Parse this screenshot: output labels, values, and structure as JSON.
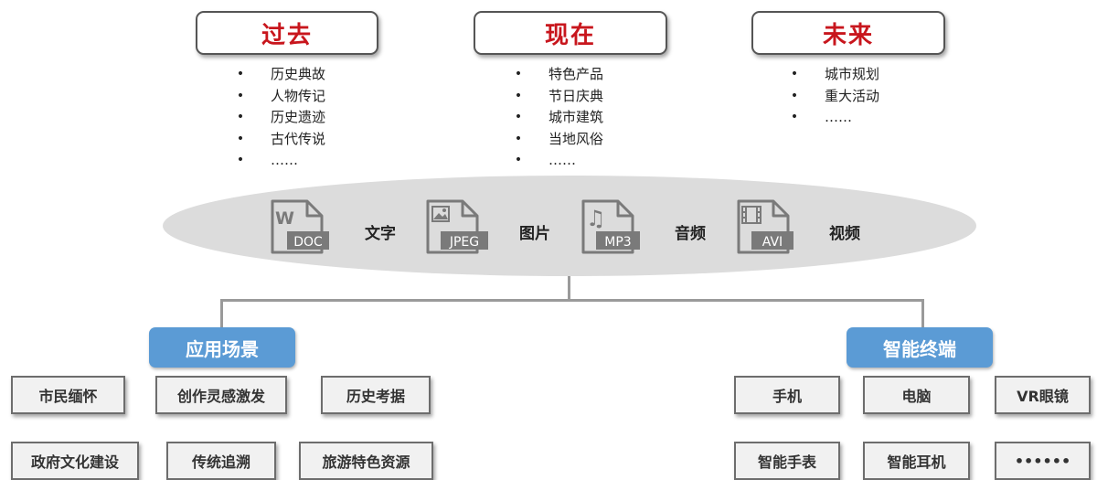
{
  "eras": [
    {
      "title": "过去",
      "items": [
        "历史典故",
        "人物传记",
        "历史遗迹",
        "古代传说",
        "……"
      ]
    },
    {
      "title": "现在",
      "items": [
        "特色产品",
        "节日庆典",
        "城市建筑",
        "当地风俗",
        "……"
      ]
    },
    {
      "title": "未来",
      "items": [
        "城市规划",
        "重大活动",
        "……"
      ]
    }
  ],
  "bullet": "•",
  "media": [
    {
      "tag": "DOC",
      "glyph": "W",
      "label": "文字",
      "icon": "doc-file-icon"
    },
    {
      "tag": "JPEG",
      "glyph": "",
      "label": "图片",
      "icon": "jpeg-file-icon"
    },
    {
      "tag": "MP3",
      "glyph": "♫",
      "label": "音频",
      "icon": "mp3-file-icon"
    },
    {
      "tag": "AVI",
      "glyph": "",
      "label": "视频",
      "icon": "avi-file-icon"
    }
  ],
  "categories": {
    "left": "应用场景",
    "right": "智能终端"
  },
  "scenarios": {
    "row1": [
      "市民缅怀",
      "创作灵感激发",
      "历史考据"
    ],
    "row2": [
      "政府文化建设",
      "传统追溯",
      "旅游特色资源"
    ]
  },
  "terminals": {
    "row1": [
      "手机",
      "电脑",
      "VR眼镜"
    ],
    "row2": [
      "智能手表",
      "智能耳机",
      "••••••"
    ]
  },
  "colors": {
    "era_title": "#c8161d",
    "category_bg": "#5b9bd5",
    "ellipse": "#dcdcdc",
    "box_border": "#6d6d6d"
  }
}
